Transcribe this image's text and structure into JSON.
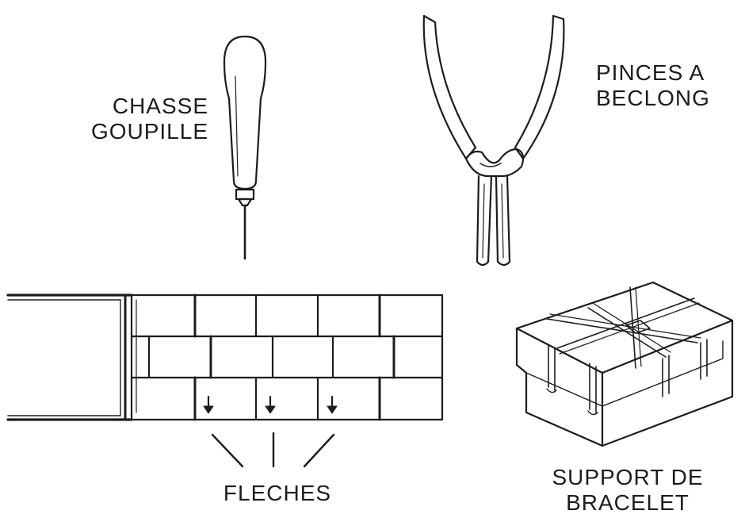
{
  "labels": {
    "chasse_goupille": [
      "CHASSE",
      "GOUPILLE"
    ],
    "pinces_a_beclong": [
      "PINCES A",
      "BECLONG"
    ],
    "fleches": "FLECHES",
    "support_de_bracelet": [
      "SUPPORT DE",
      "BRACELET"
    ]
  },
  "colors": {
    "ink": "#1c1c1c",
    "background": "#ffffff"
  },
  "arrow_count": 3
}
